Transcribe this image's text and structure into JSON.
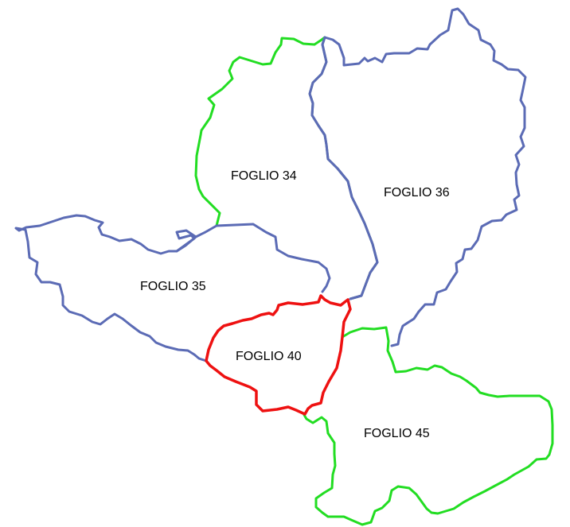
{
  "map": {
    "parcels": [
      {
        "id": "f34",
        "label": "FOGLIO 34"
      },
      {
        "id": "f35",
        "label": "FOGLIO 35"
      },
      {
        "id": "f36",
        "label": "FOGLIO 36"
      },
      {
        "id": "f40",
        "label": "FOGLIO 40"
      },
      {
        "id": "f45",
        "label": "FOGLIO 45"
      }
    ],
    "colors": {
      "blue_outline": "#5b6bb5",
      "green_outline": "#22dd22",
      "red_outline": "#ee1111",
      "background": "#ffffff",
      "label": "#000000"
    }
  }
}
